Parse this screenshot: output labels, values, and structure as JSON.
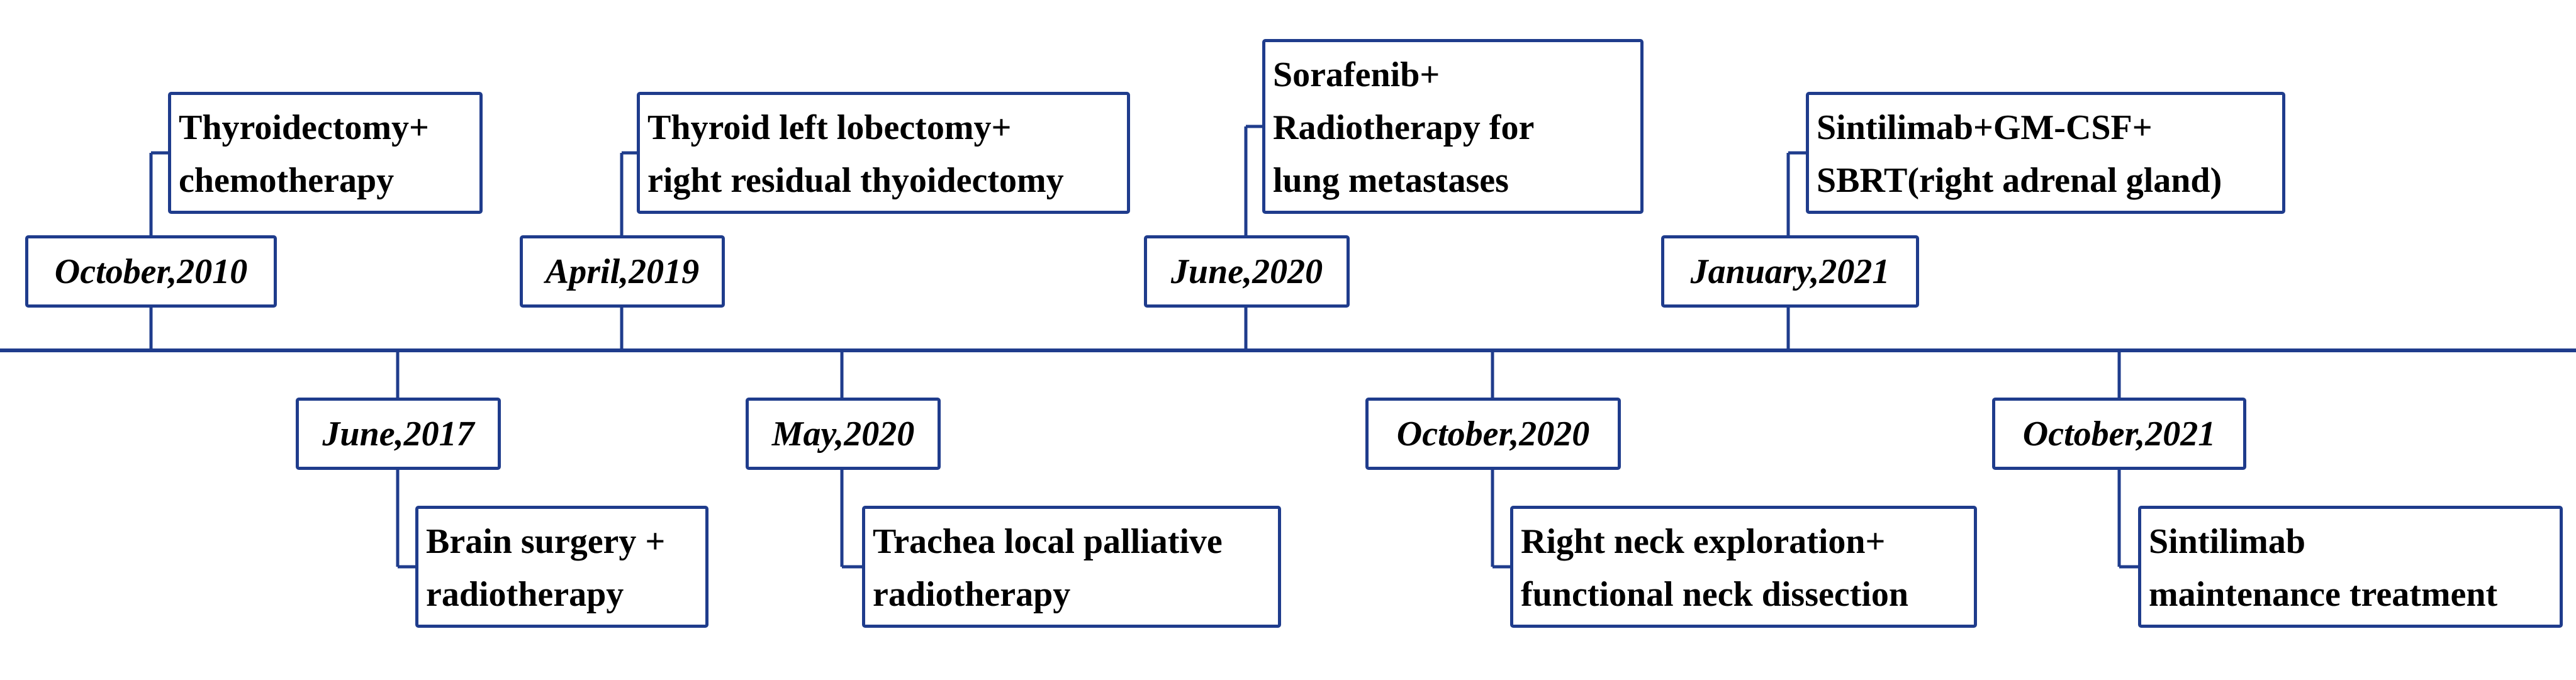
{
  "colors": {
    "line": "#1f3c8c",
    "text": "#000000",
    "background": "#ffffff"
  },
  "milestones": [
    {
      "date": "October,2010",
      "position": "above",
      "event_lines": [
        "Thyroidectomy+",
        "chemotherapy"
      ]
    },
    {
      "date": "June,2017",
      "position": "below",
      "event_lines": [
        "Brain surgery +",
        "radiotherapy"
      ]
    },
    {
      "date": "April,2019",
      "position": "above",
      "event_lines": [
        "Thyroid left lobectomy+",
        "right residual thyoidectomy"
      ]
    },
    {
      "date": "May,2020",
      "position": "below",
      "event_lines": [
        "Trachea local palliative",
        "radiotherapy"
      ]
    },
    {
      "date": "June,2020",
      "position": "above",
      "event_lines": [
        "Sorafenib+",
        "Radiotherapy for",
        "lung metastases"
      ]
    },
    {
      "date": "October,2020",
      "position": "below",
      "event_lines": [
        "Right neck exploration+",
        "functional neck dissection"
      ]
    },
    {
      "date": "January,2021",
      "position": "above",
      "event_lines": [
        "Sintilimab+GM-CSF+",
        "SBRT(right adrenal gland)"
      ]
    },
    {
      "date": "October,2021",
      "position": "below",
      "event_lines": [
        "Sintilimab",
        "maintenance treatment"
      ]
    }
  ]
}
